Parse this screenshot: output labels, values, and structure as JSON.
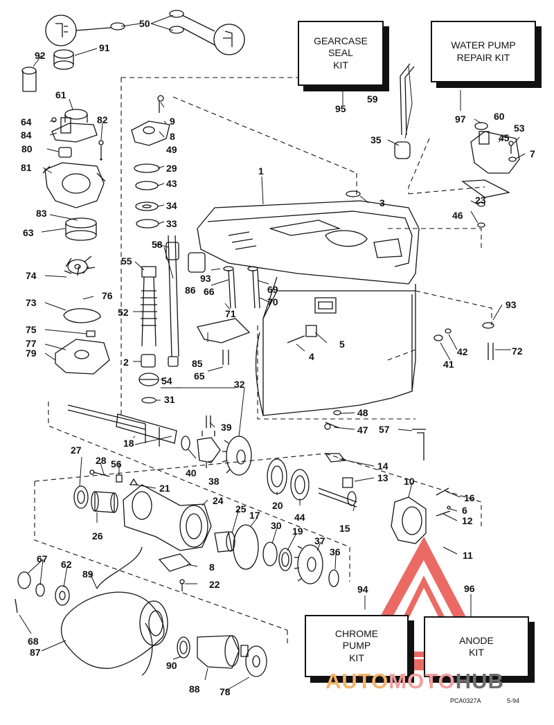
{
  "kits": {
    "gearcase": {
      "line1": "GEARCASE",
      "line2": "SEAL",
      "line3": "KIT",
      "ref": "95"
    },
    "water_pump": {
      "line1": "WATER PUMP",
      "line2": "REPAIR KIT",
      "ref": "97"
    },
    "chrome_pump": {
      "line1": "CHROME",
      "line2": "PUMP",
      "line3": "KIT",
      "ref": "94"
    },
    "anode": {
      "line1": "ANODE",
      "line2": "KIT",
      "ref": "96"
    }
  },
  "parts": {
    "p1": "1",
    "p2": "2",
    "p3": "3",
    "p4": "4",
    "p5": "5",
    "p6": "6",
    "p7": "7",
    "p8a": "8",
    "p8b": "8",
    "p9": "9",
    "p10": "10",
    "p11": "11",
    "p12": "12",
    "p13": "13",
    "p14": "14",
    "p15": "15",
    "p16": "16",
    "p17": "17",
    "p18": "18",
    "p19": "19",
    "p20": "20",
    "p21": "21",
    "p22": "22",
    "p23": "23",
    "p24": "24",
    "p25": "25",
    "p26": "26",
    "p27": "27",
    "p28": "28",
    "p29": "29",
    "p30": "30",
    "p31": "31",
    "p32": "32",
    "p33": "33",
    "p34": "34",
    "p35": "35",
    "p36": "36",
    "p37": "37",
    "p38": "38",
    "p39": "39",
    "p40": "40",
    "p41": "41",
    "p42": "42",
    "p43": "43",
    "p44": "44",
    "p45": "45",
    "p46": "46",
    "p47": "47",
    "p48": "48",
    "p49": "49",
    "p50": "50",
    "p52": "52",
    "p53": "53",
    "p54": "54",
    "p55": "55",
    "p56": "56",
    "p57": "57",
    "p58": "58",
    "p59": "59",
    "p60": "60",
    "p61": "61",
    "p62": "62",
    "p63": "63",
    "p64": "64",
    "p65": "65",
    "p66": "66",
    "p67": "67",
    "p68": "68",
    "p69": "69",
    "p70": "70",
    "p71": "71",
    "p72": "72",
    "p73": "73",
    "p74": "74",
    "p75": "75",
    "p76": "76",
    "p77": "77",
    "p78": "78",
    "p79": "79",
    "p80": "80",
    "p81": "81",
    "p82": "82",
    "p83": "83",
    "p84": "84",
    "p85": "85",
    "p86": "86",
    "p87": "87",
    "p88": "88",
    "p89": "89",
    "p90": "90",
    "p91": "91",
    "p92": "92",
    "p93a": "93",
    "p93b": "93"
  },
  "footer": {
    "code": "PCA0327A",
    "date": "5-94"
  },
  "watermark": {
    "part1": "AUTO",
    "part2": "MOTO",
    "part3": "HUB",
    "color1": "#f6b26b",
    "color2": "#f2a0a0",
    "color3": "#6e6e6e",
    "logo_color": "#e8524a"
  }
}
